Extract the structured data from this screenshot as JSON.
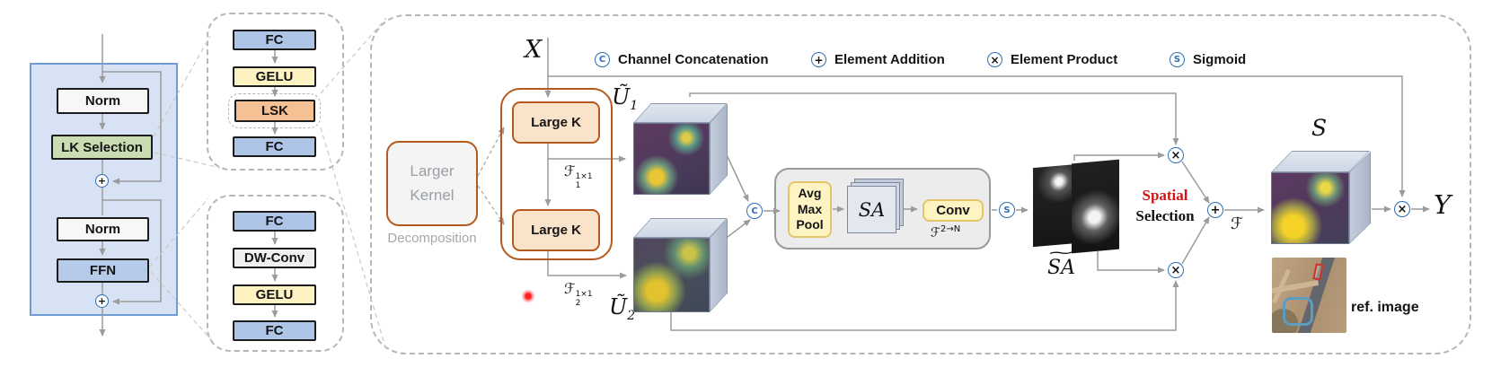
{
  "left_block": {
    "norm_top": "Norm",
    "lk_selection": "LK Selection",
    "norm_bottom": "Norm",
    "ffn": "FFN",
    "add_symbol": "+"
  },
  "attn_block": {
    "fc_in": "FC",
    "gelu": "GELU",
    "lsk": "LSK",
    "fc_out": "FC"
  },
  "ffn_block": {
    "fc_in": "FC",
    "dw_conv": "DW-Conv",
    "gelu": "GELU",
    "fc_out": "FC"
  },
  "legend": {
    "concat_symbol": "C",
    "concat_label": "Channel Concatenation",
    "add_symbol": "+",
    "add_label": "Element Addition",
    "product_symbol": "×",
    "product_label": "Element Product",
    "sigmoid_symbol": "S",
    "sigmoid_label": "Sigmoid"
  },
  "lsk_module": {
    "input_label": "X",
    "output_label": "Y",
    "larger_kernel_line1": "Larger",
    "larger_kernel_line2": "Kernel",
    "decomposition_label": "Decomposition",
    "large_k_1": "Large K",
    "large_k_2": "Large K",
    "f1": {
      "base": "ℱ",
      "sub": "1",
      "sup": "1×1"
    },
    "f2": {
      "base": "ℱ",
      "sub": "2",
      "sup": "1×1"
    },
    "u1": {
      "base": "Ũ",
      "sub": "1"
    },
    "u2": {
      "base": "Ũ",
      "sub": "2"
    },
    "concat_symbol": "C",
    "pool_box": {
      "line1": "Avg",
      "line2": "Max",
      "line3": "Pool"
    },
    "sa_label": "SA",
    "conv_label": "Conv",
    "f_conv": {
      "base": "ℱ",
      "sup": "2→N"
    },
    "sigmoid_symbol": "S",
    "sa_tilde": {
      "tilde": "~",
      "base": "SA"
    },
    "product_symbol": "×",
    "add_symbol": "+",
    "spatial_line1": "Spatial",
    "spatial_line2": "Selection",
    "f_label": "ℱ",
    "s_label": "S",
    "ref_image_label": "ref. image"
  },
  "colors": {
    "node_blue": "#2e6db5",
    "spatial_red": "#d41414",
    "orange_border": "#b45a1e",
    "panel_blue_fill": "#d7e3f4",
    "panel_blue_border": "#6f9cd4",
    "fc_blue": "#aec5e8",
    "gelu_yellow": "#fdf2c2",
    "lsk_orange": "#f5c093",
    "lk_green": "#cadcb2",
    "wire_gray": "#9b9b9b"
  }
}
